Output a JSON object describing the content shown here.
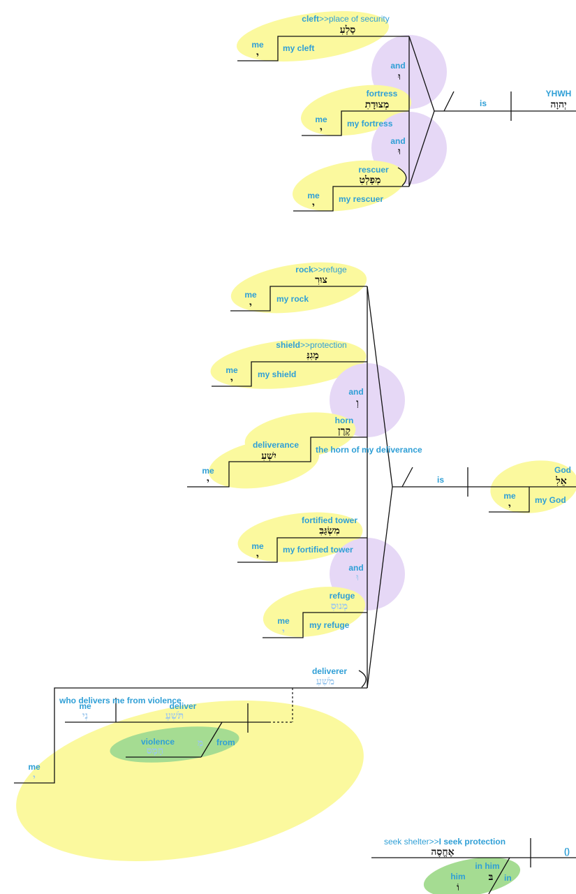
{
  "colors": {
    "english_label": "#2f9fd6",
    "hebrew_text": "#111111",
    "faded_hebrew": "#9cc7ec",
    "group_yellow": "#fbf99e",
    "group_purple": "#e6d8f6",
    "group_green": "#a5dc92"
  },
  "top": {
    "cleft_gloss": "cleft",
    "cleft_arrow": ">>place of security",
    "cleft_he": "סַלְעִ",
    "me1": "me",
    "me1_he": "י",
    "my_cleft": "my cleft",
    "and1": "and",
    "and1_he": "וּ",
    "fortress": "fortress",
    "fortress_he": "מְצוּדָתִ",
    "me2": "me",
    "me2_he": "י",
    "my_fortress": "my fortress",
    "and2": "and",
    "and2_he": "וּ",
    "rescuer": "rescuer",
    "rescuer_he": "מְפַלְטִ",
    "me3": "me",
    "me3_he": "י",
    "my_rescuer": "my rescuer",
    "is": "is",
    "yhwh": "YHWH",
    "yhwh_he": "יְהוָה"
  },
  "middle": {
    "rock_gloss": "rock",
    "rock_arrow": ">>refuge",
    "rock_he": "צוּרִ",
    "me_rock": "me",
    "me_rock_he": "י",
    "my_rock": "my rock",
    "shield_gloss": "shield",
    "shield_arrow": ">>protection",
    "shield_he": "מָגִנִּ",
    "me_shield": "me",
    "me_shield_he": "י",
    "my_shield": "my shield",
    "and3": "and",
    "and3_he": "וְ",
    "horn": "horn",
    "horn_he": "קֶרֶן",
    "deliverance": "deliverance",
    "deliverance_he": "יִשְׁעִ",
    "horn_of_deliverance": "the horn of my deliverance",
    "me_del": "me",
    "me_del_he": "י",
    "is2": "is",
    "god": "God",
    "god_he": "אֵלִ",
    "me_god": "me",
    "me_god_he": "י",
    "my_god": "my God",
    "tower": "fortified tower",
    "tower_he": "מִשְׂגַּבִּ",
    "me_tower": "me",
    "me_tower_he": "י",
    "my_tower": "my fortified tower",
    "and4": "and",
    "and4_he": "וּ",
    "refuge": "refuge",
    "refuge_he": "מְנוּסִ",
    "me_refuge": "me",
    "me_refuge_he": "י",
    "my_refuge": "my refuge",
    "deliverer": "deliverer",
    "deliverer_he": "מֹשִׁעִ",
    "who_delivers": "who delivers me from violence",
    "me_obj": "me",
    "me_obj_he": "נִי",
    "deliver": "deliver",
    "deliver_he": "תֹּשִׁעֵ",
    "violence": "violence",
    "violence_he": "חָמָס",
    "from": "from",
    "from_he": "מֵ",
    "me_bottom": "me",
    "me_bottom_he": "י"
  },
  "bottom": {
    "seek_shelter": "seek shelter",
    "seek_arrow": ">>",
    "seek_protection": "I seek protection",
    "seek_he": "אֶחֱסֶה",
    "empty_subject": "()",
    "in_him": "in him",
    "in_he": "בּ",
    "in": "in",
    "him": "him",
    "him_he": "וֹ"
  }
}
